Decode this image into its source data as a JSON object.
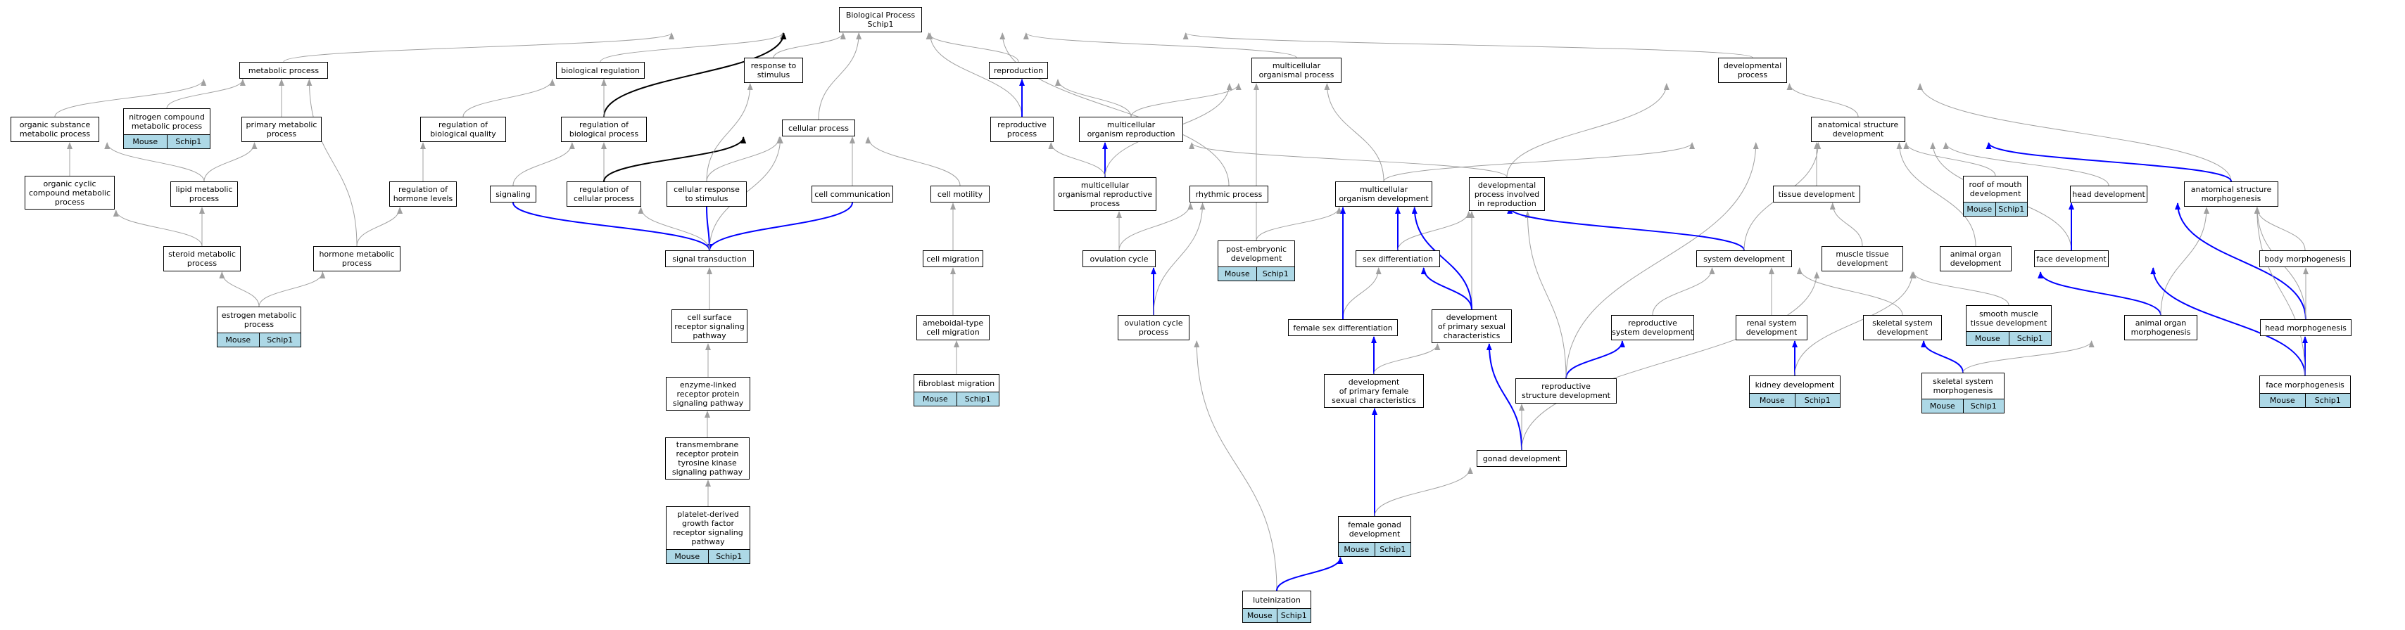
{
  "colors": {
    "is_a": "#a0a0a0",
    "regulates": "#000000",
    "part_of": "#0000ff",
    "annotation": "#add8e6"
  },
  "nodes": [
    {
      "id": "bp",
      "lines": [
        "Biological Process",
        "Schip1"
      ]
    },
    {
      "id": "metab",
      "lines": [
        "metabolic process"
      ]
    },
    {
      "id": "bioreg",
      "lines": [
        "biological regulation"
      ]
    },
    {
      "id": "resp",
      "lines": [
        "response to",
        "stimulus"
      ]
    },
    {
      "id": "repro",
      "lines": [
        "reproduction"
      ]
    },
    {
      "id": "mop",
      "lines": [
        "multicellular",
        "organismal process"
      ]
    },
    {
      "id": "devp",
      "lines": [
        "developmental",
        "process"
      ]
    },
    {
      "id": "orgsub",
      "lines": [
        "organic substance",
        "metabolic process"
      ]
    },
    {
      "id": "nitro",
      "lines": [
        "nitrogen compound",
        "metabolic process"
      ],
      "ann": [
        "Mouse",
        "Schip1"
      ]
    },
    {
      "id": "primet",
      "lines": [
        "primary metabolic",
        "process"
      ]
    },
    {
      "id": "regqual",
      "lines": [
        "regulation of",
        "biological quality"
      ]
    },
    {
      "id": "regbp",
      "lines": [
        "regulation of",
        "biological process"
      ]
    },
    {
      "id": "cellp",
      "lines": [
        "cellular process"
      ]
    },
    {
      "id": "reprop",
      "lines": [
        "reproductive",
        "process"
      ]
    },
    {
      "id": "morgrep",
      "lines": [
        "multicellular",
        "organism reproduction"
      ]
    },
    {
      "id": "asd",
      "lines": [
        "anatomical structure",
        "development"
      ]
    },
    {
      "id": "orgcyc",
      "lines": [
        "organic cyclic",
        "compound metabolic",
        "process"
      ]
    },
    {
      "id": "lipid",
      "lines": [
        "lipid metabolic",
        "process"
      ]
    },
    {
      "id": "reghl",
      "lines": [
        "regulation of",
        "hormone levels"
      ]
    },
    {
      "id": "signaling",
      "lines": [
        "signaling"
      ]
    },
    {
      "id": "regcp",
      "lines": [
        "regulation of",
        "cellular process"
      ]
    },
    {
      "id": "cellresp",
      "lines": [
        "cellular response",
        "to stimulus"
      ]
    },
    {
      "id": "cellcomm",
      "lines": [
        "cell communication"
      ]
    },
    {
      "id": "cellmot",
      "lines": [
        "cell motility"
      ]
    },
    {
      "id": "morgrepp",
      "lines": [
        "multicellular",
        "organismal reproductive",
        "process"
      ]
    },
    {
      "id": "rhythm",
      "lines": [
        "rhythmic process"
      ]
    },
    {
      "id": "morgdev",
      "lines": [
        "multicellular",
        "organism development"
      ]
    },
    {
      "id": "devrepro",
      "lines": [
        "developmental",
        "process involved",
        "in reproduction"
      ]
    },
    {
      "id": "tissue",
      "lines": [
        "tissue development"
      ]
    },
    {
      "id": "roof",
      "lines": [
        "roof of mouth",
        "development"
      ],
      "ann": [
        "Mouse",
        "Schip1"
      ]
    },
    {
      "id": "headdev",
      "lines": [
        "head development"
      ]
    },
    {
      "id": "asm",
      "lines": [
        "anatomical structure",
        "morphogenesis"
      ]
    },
    {
      "id": "steroid",
      "lines": [
        "steroid metabolic",
        "process"
      ]
    },
    {
      "id": "hormone",
      "lines": [
        "hormone metabolic",
        "process"
      ]
    },
    {
      "id": "sigtrans",
      "lines": [
        "signal transduction"
      ]
    },
    {
      "id": "cellmig",
      "lines": [
        "cell migration"
      ]
    },
    {
      "id": "ovcycle",
      "lines": [
        "ovulation cycle"
      ]
    },
    {
      "id": "postemb",
      "lines": [
        "post-embryonic",
        "development"
      ],
      "ann": [
        "Mouse",
        "Schip1"
      ]
    },
    {
      "id": "sexdiff",
      "lines": [
        "sex differentiation"
      ]
    },
    {
      "id": "sysdev",
      "lines": [
        "system development"
      ]
    },
    {
      "id": "muscle",
      "lines": [
        "muscle tissue",
        "development"
      ]
    },
    {
      "id": "animorg",
      "lines": [
        "animal organ",
        "development"
      ]
    },
    {
      "id": "facedev",
      "lines": [
        "face development"
      ]
    },
    {
      "id": "bodymorph",
      "lines": [
        "body morphogenesis"
      ]
    },
    {
      "id": "estrogen",
      "lines": [
        "estrogen metabolic",
        "process"
      ],
      "ann": [
        "Mouse",
        "Schip1"
      ]
    },
    {
      "id": "csrsp",
      "lines": [
        "cell surface",
        "receptor signaling",
        "pathway"
      ]
    },
    {
      "id": "amoeb",
      "lines": [
        "ameboidal-type",
        "cell migration"
      ]
    },
    {
      "id": "ovcyclep",
      "lines": [
        "ovulation cycle",
        "process"
      ]
    },
    {
      "id": "femsex",
      "lines": [
        "female sex differentiation"
      ]
    },
    {
      "id": "devpsc",
      "lines": [
        "development",
        "of primary sexual",
        "characteristics"
      ]
    },
    {
      "id": "reprosys",
      "lines": [
        "reproductive",
        "system development"
      ]
    },
    {
      "id": "renal",
      "lines": [
        "renal system",
        "development"
      ]
    },
    {
      "id": "skeletal",
      "lines": [
        "skeletal system",
        "development"
      ]
    },
    {
      "id": "smooth",
      "lines": [
        "smooth muscle",
        "tissue development"
      ],
      "ann": [
        "Mouse",
        "Schip1"
      ]
    },
    {
      "id": "aom",
      "lines": [
        "animal organ",
        "morphogenesis"
      ]
    },
    {
      "id": "headmorph",
      "lines": [
        "head morphogenesis"
      ]
    },
    {
      "id": "enzyme",
      "lines": [
        "enzyme-linked",
        "receptor protein",
        "signaling pathway"
      ]
    },
    {
      "id": "fibro",
      "lines": [
        "fibroblast migration"
      ],
      "ann": [
        "Mouse",
        "Schip1"
      ]
    },
    {
      "id": "devfem",
      "lines": [
        "development",
        "of primary female",
        "sexual characteristics"
      ]
    },
    {
      "id": "reprostruct",
      "lines": [
        "reproductive",
        "structure development"
      ]
    },
    {
      "id": "kidney",
      "lines": [
        "kidney development"
      ],
      "ann": [
        "Mouse",
        "Schip1"
      ]
    },
    {
      "id": "skelmorph",
      "lines": [
        "skeletal system",
        "morphogenesis"
      ],
      "ann": [
        "Mouse",
        "Schip1"
      ]
    },
    {
      "id": "facemorph",
      "lines": [
        "face morphogenesis"
      ],
      "ann": [
        "Mouse",
        "Schip1"
      ]
    },
    {
      "id": "tmrptk",
      "lines": [
        "transmembrane",
        "receptor protein",
        "tyrosine kinase",
        "signaling pathway"
      ]
    },
    {
      "id": "gonad",
      "lines": [
        "gonad development"
      ]
    },
    {
      "id": "pdgf",
      "lines": [
        "platelet-derived",
        "growth factor",
        "receptor signaling",
        "pathway"
      ],
      "ann": [
        "Mouse",
        "Schip1"
      ]
    },
    {
      "id": "femgonad",
      "lines": [
        "female gonad",
        "development"
      ],
      "ann": [
        "Mouse",
        "Schip1"
      ]
    },
    {
      "id": "lutein",
      "lines": [
        "luteinization"
      ],
      "ann": [
        "Mouse",
        "Schip1"
      ]
    }
  ],
  "edges": [
    [
      "metab",
      "bp",
      "is_a"
    ],
    [
      "bioreg",
      "bp",
      "is_a"
    ],
    [
      "resp",
      "bp",
      "is_a"
    ],
    [
      "repro",
      "bp",
      "is_a"
    ],
    [
      "mop",
      "bp",
      "is_a"
    ],
    [
      "devp",
      "bp",
      "is_a"
    ],
    [
      "cellp",
      "bp",
      "is_a"
    ],
    [
      "reprop",
      "bp",
      "is_a"
    ],
    [
      "rhythm",
      "bp",
      "is_a"
    ],
    [
      "regbp",
      "bp",
      "regulates"
    ],
    [
      "orgsub",
      "metab",
      "is_a"
    ],
    [
      "nitro",
      "metab",
      "is_a"
    ],
    [
      "primet",
      "metab",
      "is_a"
    ],
    [
      "hormone",
      "metab",
      "is_a"
    ],
    [
      "regqual",
      "bioreg",
      "is_a"
    ],
    [
      "regbp",
      "bioreg",
      "is_a"
    ],
    [
      "orgcyc",
      "orgsub",
      "is_a"
    ],
    [
      "lipid",
      "orgsub",
      "is_a"
    ],
    [
      "lipid",
      "primet",
      "is_a"
    ],
    [
      "steroid",
      "orgcyc",
      "is_a"
    ],
    [
      "steroid",
      "lipid",
      "is_a"
    ],
    [
      "estrogen",
      "steroid",
      "is_a"
    ],
    [
      "estrogen",
      "hormone",
      "is_a"
    ],
    [
      "reghl",
      "regqual",
      "is_a"
    ],
    [
      "hormone",
      "reghl",
      "is_a"
    ],
    [
      "signaling",
      "regbp",
      "is_a"
    ],
    [
      "regcp",
      "regbp",
      "is_a"
    ],
    [
      "regcp",
      "cellp",
      "regulates"
    ],
    [
      "signaling",
      "sigtrans",
      "part_of"
    ],
    [
      "cellresp",
      "sigtrans",
      "part_of"
    ],
    [
      "cellcomm",
      "sigtrans",
      "part_of"
    ],
    [
      "sigtrans",
      "regcp",
      "is_a"
    ],
    [
      "sigtrans",
      "cellp",
      "is_a"
    ],
    [
      "cellresp",
      "resp",
      "is_a"
    ],
    [
      "cellresp",
      "cellp",
      "is_a"
    ],
    [
      "cellcomm",
      "cellp",
      "is_a"
    ],
    [
      "cellmot",
      "cellp",
      "is_a"
    ],
    [
      "csrsp",
      "sigtrans",
      "is_a"
    ],
    [
      "enzyme",
      "csrsp",
      "is_a"
    ],
    [
      "tmrptk",
      "enzyme",
      "is_a"
    ],
    [
      "pdgf",
      "tmrptk",
      "is_a"
    ],
    [
      "cellmig",
      "cellmot",
      "is_a"
    ],
    [
      "amoeb",
      "cellmig",
      "is_a"
    ],
    [
      "fibro",
      "amoeb",
      "is_a"
    ],
    [
      "reprop",
      "repro",
      "part_of"
    ],
    [
      "morgrep",
      "repro",
      "is_a"
    ],
    [
      "morgrep",
      "mop",
      "is_a"
    ],
    [
      "morgrepp",
      "morgrep",
      "part_of"
    ],
    [
      "morgrepp",
      "reprop",
      "is_a"
    ],
    [
      "morgrepp",
      "mop",
      "is_a"
    ],
    [
      "ovcycle",
      "morgrepp",
      "is_a"
    ],
    [
      "ovcycle",
      "rhythm",
      "is_a"
    ],
    [
      "ovcyclep",
      "ovcycle",
      "part_of"
    ],
    [
      "ovcyclep",
      "rhythm",
      "is_a"
    ],
    [
      "lutein",
      "ovcyclep",
      "is_a"
    ],
    [
      "lutein",
      "femgonad",
      "part_of"
    ],
    [
      "morgdev",
      "mop",
      "is_a"
    ],
    [
      "morgdev",
      "asd",
      "is_a"
    ],
    [
      "devrepro",
      "devp",
      "is_a"
    ],
    [
      "devrepro",
      "reprop",
      "is_a"
    ],
    [
      "asd",
      "devp",
      "is_a"
    ],
    [
      "asm",
      "devp",
      "is_a"
    ],
    [
      "postemb",
      "morgdev",
      "is_a"
    ],
    [
      "postemb",
      "mop",
      "is_a"
    ],
    [
      "sexdiff",
      "morgdev",
      "part_of"
    ],
    [
      "sexdiff",
      "devrepro",
      "is_a"
    ],
    [
      "femsex",
      "sexdiff",
      "is_a"
    ],
    [
      "femsex",
      "morgdev",
      "part_of"
    ],
    [
      "devpsc",
      "sexdiff",
      "part_of"
    ],
    [
      "devpsc",
      "devrepro",
      "is_a"
    ],
    [
      "devpsc",
      "morgdev",
      "part_of"
    ],
    [
      "devfem",
      "femsex",
      "part_of"
    ],
    [
      "devfem",
      "devpsc",
      "is_a"
    ],
    [
      "femgonad",
      "devfem",
      "part_of"
    ],
    [
      "femgonad",
      "gonad",
      "is_a"
    ],
    [
      "gonad",
      "reprostruct",
      "is_a"
    ],
    [
      "gonad",
      "devpsc",
      "part_of"
    ],
    [
      "gonad",
      "animorg",
      "is_a"
    ],
    [
      "reprostruct",
      "reprosys",
      "part_of"
    ],
    [
      "reprostruct",
      "devrepro",
      "is_a"
    ],
    [
      "reprostruct",
      "asd",
      "is_a"
    ],
    [
      "sysdev",
      "morgdev",
      "part_of"
    ],
    [
      "sysdev",
      "asd",
      "is_a"
    ],
    [
      "reprosys",
      "sysdev",
      "is_a"
    ],
    [
      "renal",
      "sysdev",
      "is_a"
    ],
    [
      "skeletal",
      "sysdev",
      "is_a"
    ],
    [
      "kidney",
      "renal",
      "part_of"
    ],
    [
      "kidney",
      "animorg",
      "is_a"
    ],
    [
      "skelmorph",
      "skeletal",
      "part_of"
    ],
    [
      "skelmorph",
      "aom",
      "is_a"
    ],
    [
      "tissue",
      "asd",
      "is_a"
    ],
    [
      "muscle",
      "tissue",
      "is_a"
    ],
    [
      "smooth",
      "muscle",
      "is_a"
    ],
    [
      "animorg",
      "asd",
      "is_a"
    ],
    [
      "aom",
      "animorg",
      "part_of"
    ],
    [
      "aom",
      "asm",
      "is_a"
    ],
    [
      "roof",
      "asd",
      "is_a"
    ],
    [
      "headdev",
      "asd",
      "is_a"
    ],
    [
      "facedev",
      "asd",
      "is_a"
    ],
    [
      "facedev",
      "headdev",
      "part_of"
    ],
    [
      "asm",
      "asd",
      "part_of"
    ],
    [
      "headmorph",
      "headdev",
      "part_of"
    ],
    [
      "headmorph",
      "asm",
      "is_a"
    ],
    [
      "facemorph",
      "facedev",
      "part_of"
    ],
    [
      "facemorph",
      "headmorph",
      "part_of"
    ],
    [
      "facemorph",
      "asm",
      "is_a"
    ],
    [
      "bodymorph",
      "asm",
      "is_a"
    ],
    [
      "headmorph",
      "bodymorph",
      "is_a"
    ]
  ]
}
